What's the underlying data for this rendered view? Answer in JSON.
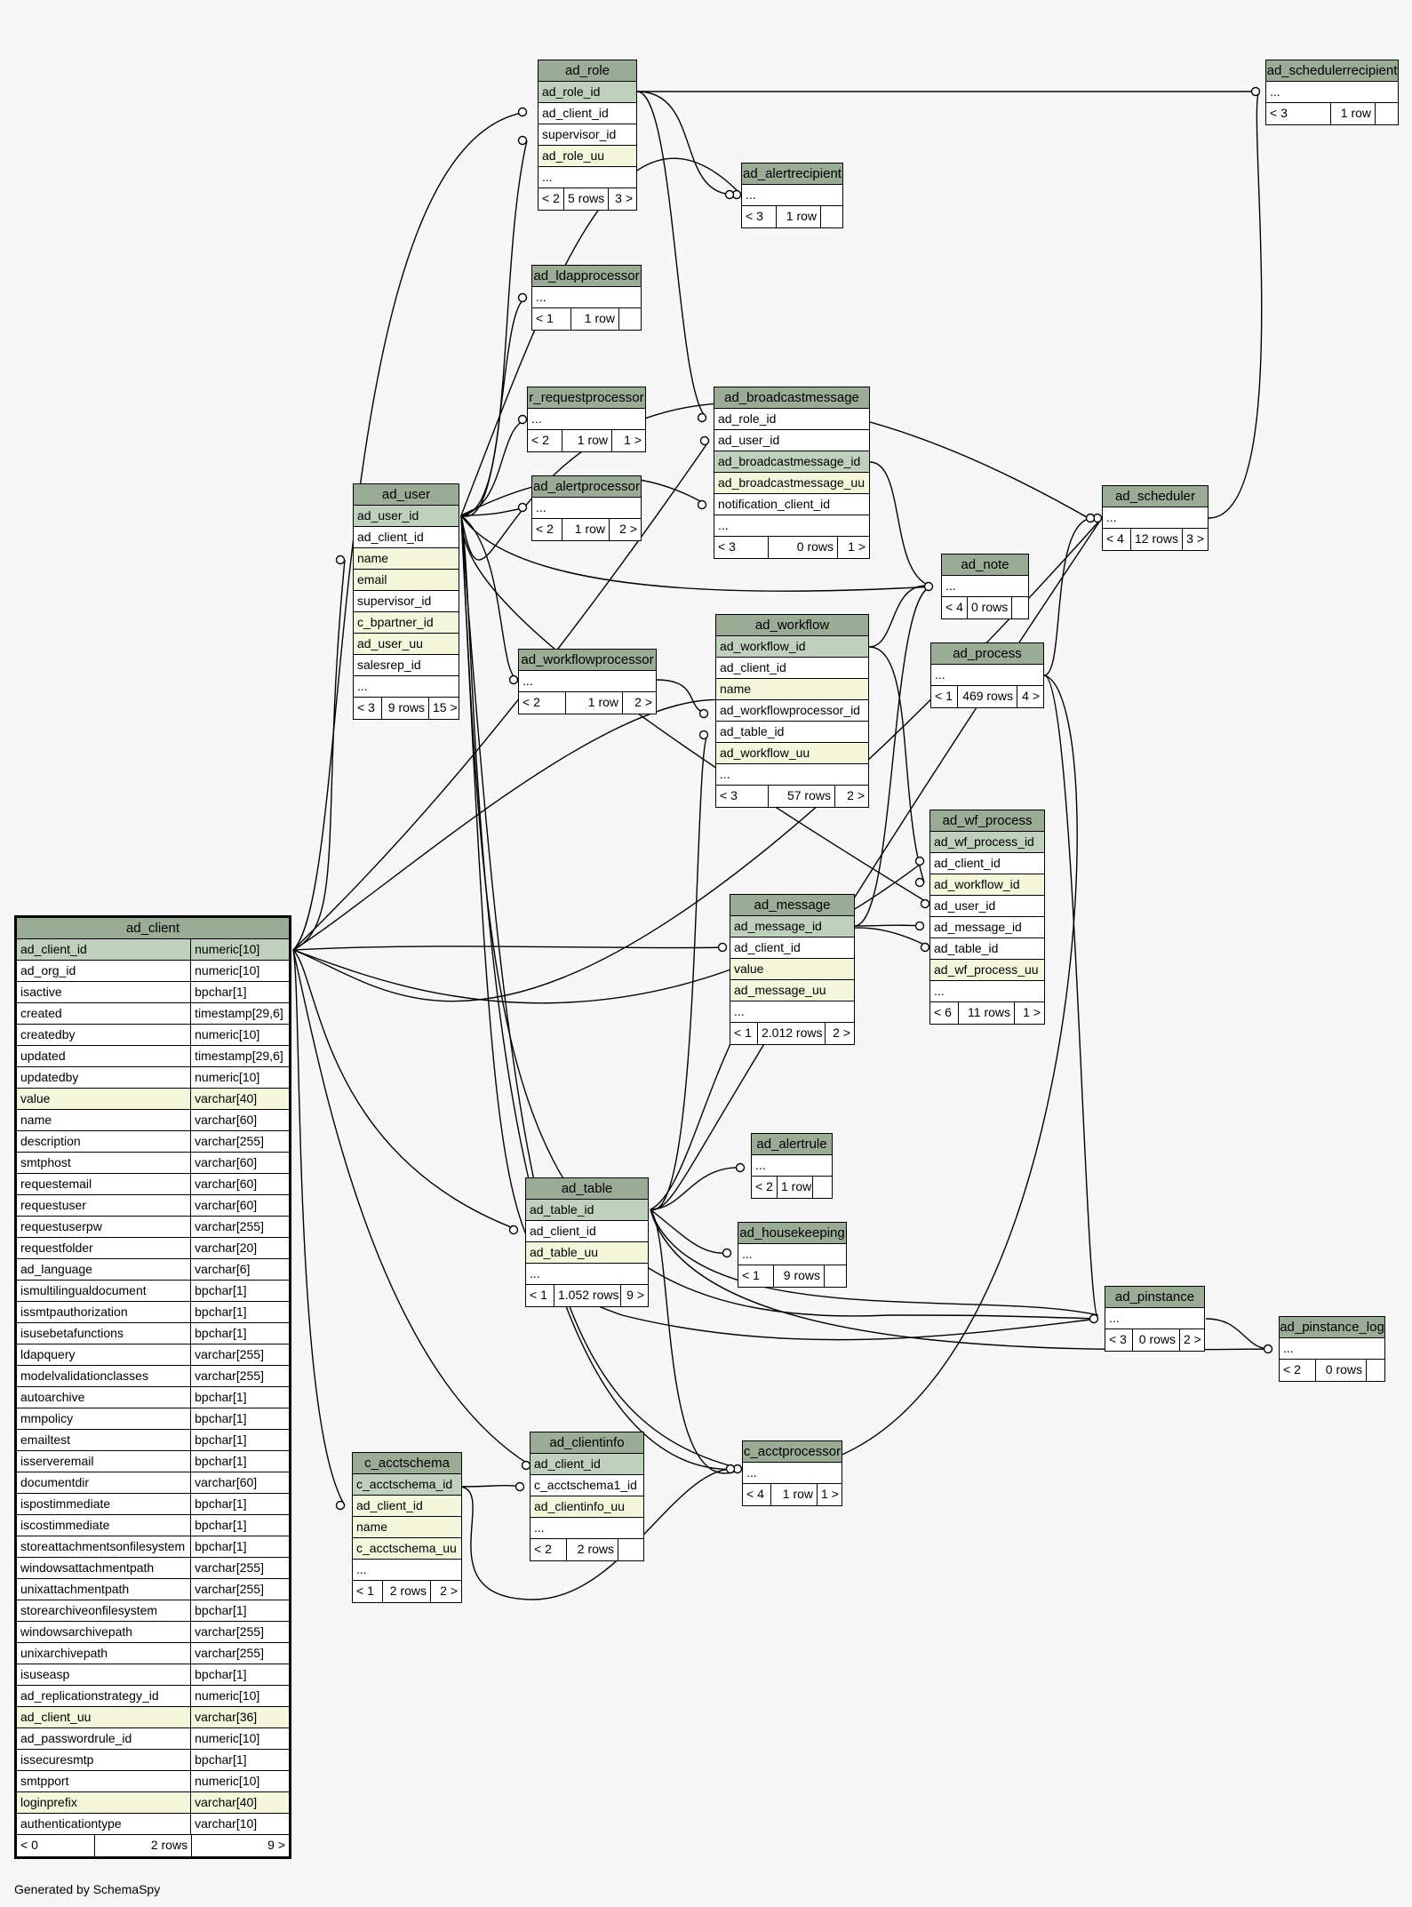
{
  "footer": "Generated by SchemaSpy",
  "tables": [
    {
      "id": "ad_client",
      "title": "ad_client",
      "focus": true,
      "rows": [
        [
          "pk",
          "ad_client_id",
          "numeric[10]"
        ],
        [
          "plain",
          "ad_org_id",
          "numeric[10]"
        ],
        [
          "plain",
          "isactive",
          "bpchar[1]"
        ],
        [
          "plain",
          "created",
          "timestamp[29,6]"
        ],
        [
          "plain",
          "createdby",
          "numeric[10]"
        ],
        [
          "plain",
          "updated",
          "timestamp[29,6]"
        ],
        [
          "plain",
          "updatedby",
          "numeric[10]"
        ],
        [
          "idx",
          "value",
          "varchar[40]"
        ],
        [
          "plain",
          "name",
          "varchar[60]"
        ],
        [
          "plain",
          "description",
          "varchar[255]"
        ],
        [
          "plain",
          "smtphost",
          "varchar[60]"
        ],
        [
          "plain",
          "requestemail",
          "varchar[60]"
        ],
        [
          "plain",
          "requestuser",
          "varchar[60]"
        ],
        [
          "plain",
          "requestuserpw",
          "varchar[255]"
        ],
        [
          "plain",
          "requestfolder",
          "varchar[20]"
        ],
        [
          "plain",
          "ad_language",
          "varchar[6]"
        ],
        [
          "plain",
          "ismultilingualdocument",
          "bpchar[1]"
        ],
        [
          "plain",
          "issmtpauthorization",
          "bpchar[1]"
        ],
        [
          "plain",
          "isusebetafunctions",
          "bpchar[1]"
        ],
        [
          "plain",
          "ldapquery",
          "varchar[255]"
        ],
        [
          "plain",
          "modelvalidationclasses",
          "varchar[255]"
        ],
        [
          "plain",
          "autoarchive",
          "bpchar[1]"
        ],
        [
          "plain",
          "mmpolicy",
          "bpchar[1]"
        ],
        [
          "plain",
          "emailtest",
          "bpchar[1]"
        ],
        [
          "plain",
          "isserveremail",
          "bpchar[1]"
        ],
        [
          "plain",
          "documentdir",
          "varchar[60]"
        ],
        [
          "plain",
          "ispostimmediate",
          "bpchar[1]"
        ],
        [
          "plain",
          "iscostimmediate",
          "bpchar[1]"
        ],
        [
          "plain",
          "storeattachmentsonfilesystem",
          "bpchar[1]"
        ],
        [
          "plain",
          "windowsattachmentpath",
          "varchar[255]"
        ],
        [
          "plain",
          "unixattachmentpath",
          "varchar[255]"
        ],
        [
          "plain",
          "storearchiveonfilesystem",
          "bpchar[1]"
        ],
        [
          "plain",
          "windowsarchivepath",
          "varchar[255]"
        ],
        [
          "plain",
          "unixarchivepath",
          "varchar[255]"
        ],
        [
          "plain",
          "isuseasp",
          "bpchar[1]"
        ],
        [
          "plain",
          "ad_replicationstrategy_id",
          "numeric[10]"
        ],
        [
          "idx",
          "ad_client_uu",
          "varchar[36]"
        ],
        [
          "plain",
          "ad_passwordrule_id",
          "numeric[10]"
        ],
        [
          "plain",
          "issecuresmtp",
          "bpchar[1]"
        ],
        [
          "plain",
          "smtpport",
          "numeric[10]"
        ],
        [
          "idx",
          "loginprefix",
          "varchar[40]"
        ],
        [
          "plain",
          "authenticationtype",
          "varchar[10]"
        ]
      ],
      "footer": [
        "< 0",
        "2 rows",
        "9 >"
      ]
    },
    {
      "id": "ad_role",
      "title": "ad_role",
      "rows": [
        [
          "pk",
          "ad_role_id"
        ],
        [
          "plain",
          "ad_client_id"
        ],
        [
          "plain",
          "supervisor_id"
        ],
        [
          "idx",
          "ad_role_uu"
        ],
        [
          "plain",
          "..."
        ]
      ],
      "footer": [
        "< 2",
        "5 rows",
        "3 >"
      ]
    },
    {
      "id": "ad_schedulerrecipient",
      "title": "ad_schedulerrecipient",
      "rows": [
        [
          "plain",
          "..."
        ]
      ],
      "footer": [
        "< 3",
        "1 row",
        ""
      ]
    },
    {
      "id": "ad_alertrecipient",
      "title": "ad_alertrecipient",
      "rows": [
        [
          "plain",
          "..."
        ]
      ],
      "footer": [
        "< 3",
        "1 row",
        ""
      ]
    },
    {
      "id": "ad_ldapprocessor",
      "title": "ad_ldapprocessor",
      "rows": [
        [
          "plain",
          "..."
        ]
      ],
      "footer": [
        "< 1",
        "1 row",
        ""
      ]
    },
    {
      "id": "r_requestprocessor",
      "title": "r_requestprocessor",
      "rows": [
        [
          "plain",
          "..."
        ]
      ],
      "footer": [
        "< 2",
        "1 row",
        "1 >"
      ]
    },
    {
      "id": "ad_broadcastmessage",
      "title": "ad_broadcastmessage",
      "rows": [
        [
          "plain",
          "ad_role_id"
        ],
        [
          "plain",
          "ad_user_id"
        ],
        [
          "pk",
          "ad_broadcastmessage_id"
        ],
        [
          "idx",
          "ad_broadcastmessage_uu"
        ],
        [
          "plain",
          "notification_client_id"
        ],
        [
          "plain",
          "..."
        ]
      ],
      "footer": [
        "< 3",
        "0 rows",
        "1 >"
      ]
    },
    {
      "id": "ad_alertprocessor",
      "title": "ad_alertprocessor",
      "rows": [
        [
          "plain",
          "..."
        ]
      ],
      "footer": [
        "< 2",
        "1 row",
        "2 >"
      ]
    },
    {
      "id": "ad_user",
      "title": "ad_user",
      "rows": [
        [
          "pk",
          "ad_user_id"
        ],
        [
          "plain",
          "ad_client_id"
        ],
        [
          "idx",
          "name"
        ],
        [
          "idx",
          "email"
        ],
        [
          "plain",
          "supervisor_id"
        ],
        [
          "idx",
          "c_bpartner_id"
        ],
        [
          "idx",
          "ad_user_uu"
        ],
        [
          "plain",
          "salesrep_id"
        ],
        [
          "plain",
          "..."
        ]
      ],
      "footer": [
        "< 3",
        "9 rows",
        "15 >"
      ]
    },
    {
      "id": "ad_scheduler",
      "title": "ad_scheduler",
      "rows": [
        [
          "plain",
          "..."
        ]
      ],
      "footer": [
        "< 4",
        "12 rows",
        "3 >"
      ]
    },
    {
      "id": "ad_note",
      "title": "ad_note",
      "rows": [
        [
          "plain",
          "..."
        ]
      ],
      "footer": [
        "< 4",
        "0 rows",
        ""
      ]
    },
    {
      "id": "ad_workflow",
      "title": "ad_workflow",
      "rows": [
        [
          "pk",
          "ad_workflow_id"
        ],
        [
          "plain",
          "ad_client_id"
        ],
        [
          "idx",
          "name"
        ],
        [
          "plain",
          "ad_workflowprocessor_id"
        ],
        [
          "plain",
          "ad_table_id"
        ],
        [
          "idx",
          "ad_workflow_uu"
        ],
        [
          "plain",
          "..."
        ]
      ],
      "footer": [
        "< 3",
        "57 rows",
        "2 >"
      ]
    },
    {
      "id": "ad_process",
      "title": "ad_process",
      "rows": [
        [
          "plain",
          "..."
        ]
      ],
      "footer": [
        "< 1",
        "469 rows",
        "4 >"
      ]
    },
    {
      "id": "ad_workflowprocessor",
      "title": "ad_workflowprocessor",
      "rows": [
        [
          "plain",
          "..."
        ]
      ],
      "footer": [
        "< 2",
        "1 row",
        "2 >"
      ]
    },
    {
      "id": "ad_wf_process",
      "title": "ad_wf_process",
      "rows": [
        [
          "pk",
          "ad_wf_process_id"
        ],
        [
          "plain",
          "ad_client_id"
        ],
        [
          "idx",
          "ad_workflow_id"
        ],
        [
          "plain",
          "ad_user_id"
        ],
        [
          "plain",
          "ad_message_id"
        ],
        [
          "plain",
          "ad_table_id"
        ],
        [
          "idx",
          "ad_wf_process_uu"
        ],
        [
          "plain",
          "..."
        ]
      ],
      "footer": [
        "< 6",
        "11 rows",
        "1 >"
      ]
    },
    {
      "id": "ad_message",
      "title": "ad_message",
      "rows": [
        [
          "pk",
          "ad_message_id"
        ],
        [
          "plain",
          "ad_client_id"
        ],
        [
          "idx",
          "value"
        ],
        [
          "idx",
          "ad_message_uu"
        ],
        [
          "plain",
          "..."
        ]
      ],
      "footer": [
        "< 1",
        "2.012 rows",
        "2 >"
      ]
    },
    {
      "id": "ad_alertrule",
      "title": "ad_alertrule",
      "rows": [
        [
          "plain",
          "..."
        ]
      ],
      "footer": [
        "< 2",
        "1 row",
        ""
      ]
    },
    {
      "id": "ad_table",
      "title": "ad_table",
      "rows": [
        [
          "pk",
          "ad_table_id"
        ],
        [
          "plain",
          "ad_client_id"
        ],
        [
          "idx",
          "ad_table_uu"
        ],
        [
          "plain",
          "..."
        ]
      ],
      "footer": [
        "< 1",
        "1.052 rows",
        "9 >"
      ]
    },
    {
      "id": "ad_housekeeping",
      "title": "ad_housekeeping",
      "rows": [
        [
          "plain",
          "..."
        ]
      ],
      "footer": [
        "< 1",
        "9 rows",
        ""
      ]
    },
    {
      "id": "ad_pinstance",
      "title": "ad_pinstance",
      "rows": [
        [
          "plain",
          "..."
        ]
      ],
      "footer": [
        "< 3",
        "0 rows",
        "2 >"
      ]
    },
    {
      "id": "ad_pinstance_log",
      "title": "ad_pinstance_log",
      "rows": [
        [
          "plain",
          "..."
        ]
      ],
      "footer": [
        "< 2",
        "0 rows",
        ""
      ]
    },
    {
      "id": "c_acctschema",
      "title": "c_acctschema",
      "rows": [
        [
          "pk",
          "c_acctschema_id"
        ],
        [
          "idx",
          "ad_client_id"
        ],
        [
          "idx",
          "name"
        ],
        [
          "idx",
          "c_acctschema_uu"
        ],
        [
          "plain",
          "..."
        ]
      ],
      "footer": [
        "< 1",
        "2 rows",
        "2 >"
      ]
    },
    {
      "id": "ad_clientinfo",
      "title": "ad_clientinfo",
      "rows": [
        [
          "pk",
          "ad_client_id"
        ],
        [
          "plain",
          "c_acctschema1_id"
        ],
        [
          "idx",
          "ad_clientinfo_uu"
        ],
        [
          "plain",
          "..."
        ]
      ],
      "footer": [
        "< 2",
        "2 rows",
        ""
      ]
    },
    {
      "id": "c_acctprocessor",
      "title": "c_acctprocessor",
      "rows": [
        [
          "plain",
          "..."
        ]
      ],
      "footer": [
        "< 4",
        "1 row",
        "1 >"
      ]
    }
  ]
}
